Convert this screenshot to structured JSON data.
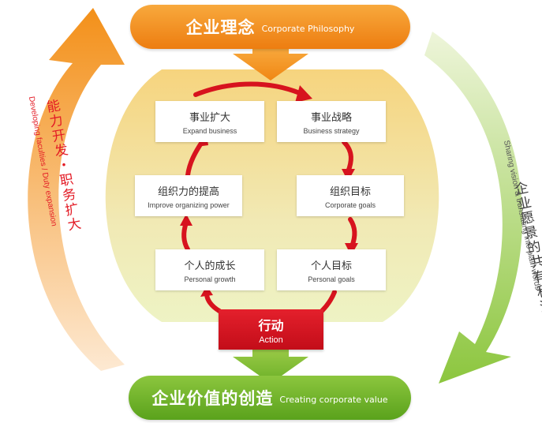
{
  "top": {
    "zh": "企业理念",
    "en": "Corporate Philosophy"
  },
  "bottom": {
    "zh": "企业价值的创造",
    "en": "Creating corporate value"
  },
  "left_label": {
    "zh": "能力开发・职务扩大",
    "en": "Developing faculties / Duty expansion"
  },
  "right_label": {
    "zh": "企业愿景的共有和渗",
    "en": "Sharing vision & translating into plain words"
  },
  "boxes": {
    "expand": {
      "zh": "事业扩大",
      "en": "Expand business"
    },
    "strategy": {
      "zh": "事业战略",
      "en": "Business strategy"
    },
    "improve": {
      "zh": "组织力的提高",
      "en": "Improve organizing power"
    },
    "corp_goals": {
      "zh": "组织目标",
      "en": "Corporate goals"
    },
    "growth": {
      "zh": "个人的成长",
      "en": "Personal growth"
    },
    "pers_goals": {
      "zh": "个人目标",
      "en": "Personal goals"
    }
  },
  "action": {
    "zh": "行动",
    "en": "Action"
  },
  "colors": {
    "orange": "#f39019",
    "green": "#6db32a",
    "red": "#d7131e",
    "center_top": "#f7d98a",
    "center_bottom": "#f9f2d0"
  }
}
